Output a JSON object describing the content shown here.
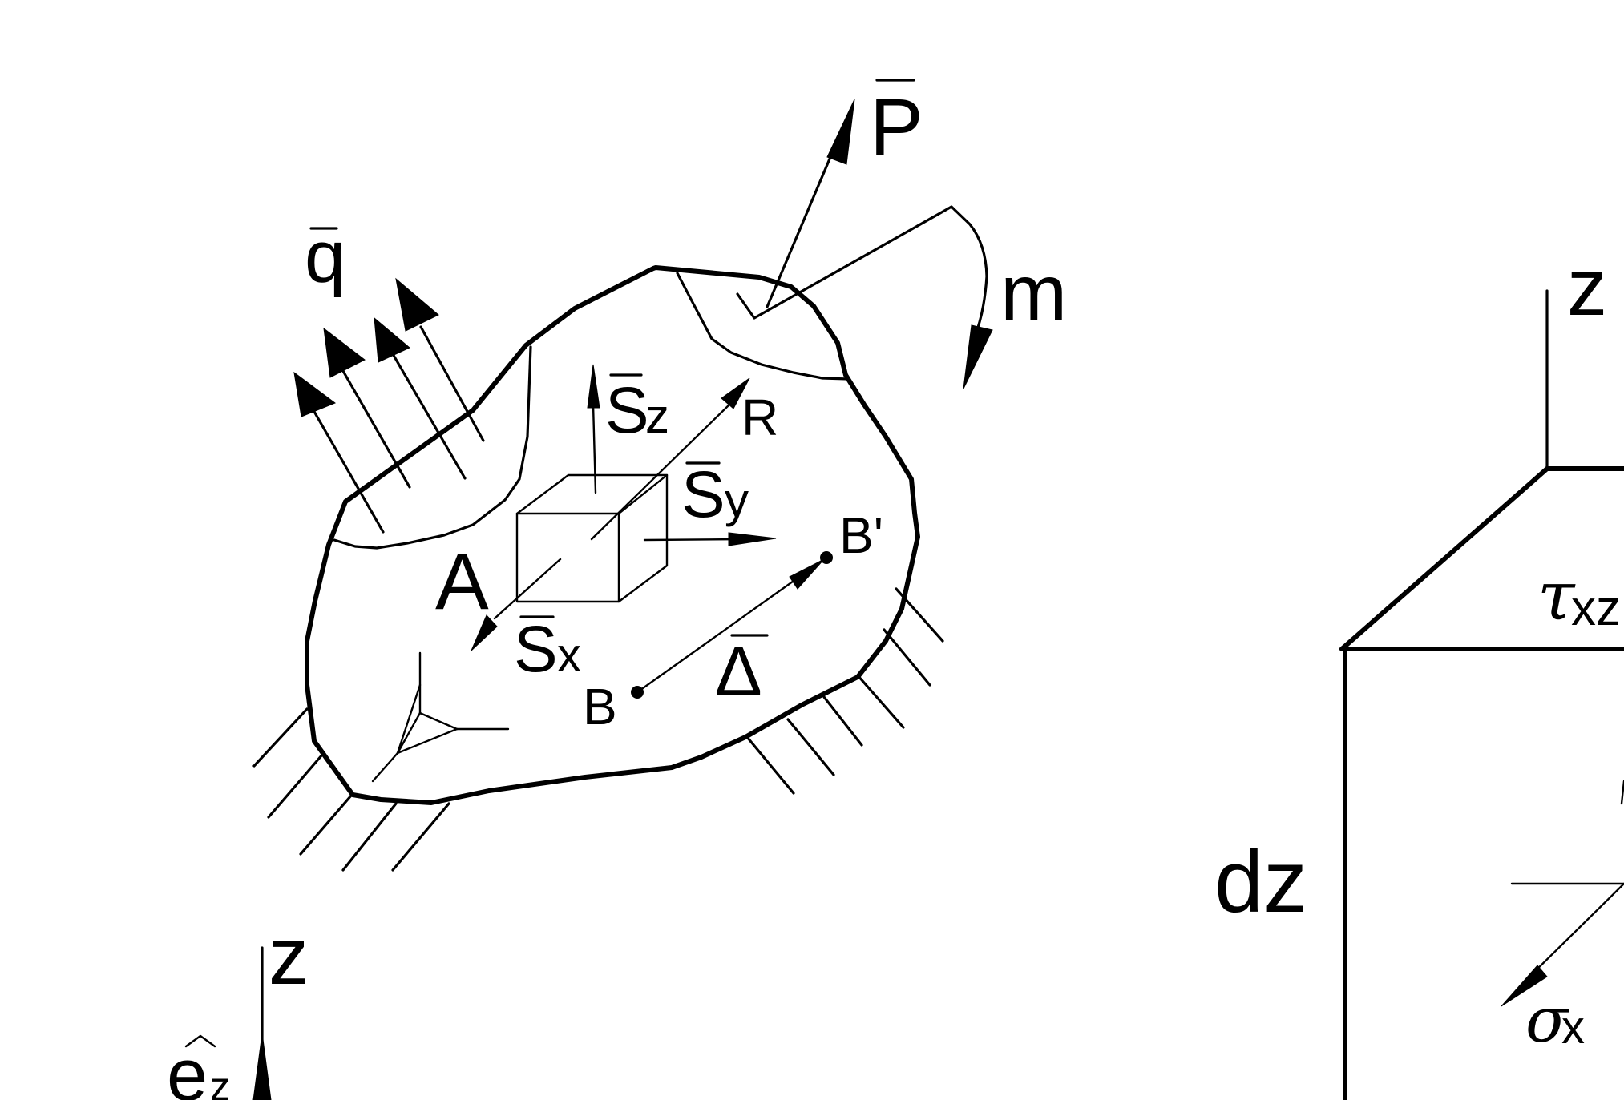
{
  "labels": {
    "q": "q",
    "P": "P",
    "m": "m",
    "Sz": "S",
    "Sz_sub": "z",
    "R": "R",
    "Sy": "S",
    "Sy_sub": "y",
    "Bprime": "B'",
    "A": "A",
    "Sx": "S",
    "Sx_sub": "x",
    "B": "B",
    "Delta": "Δ",
    "z_left": "z",
    "ez": "e",
    "ez_sub": "z",
    "z_right": "z",
    "tau": "τ",
    "tau_sub": "xz",
    "dz": "dz",
    "sigma": "σ",
    "sigma_sub": "x"
  }
}
